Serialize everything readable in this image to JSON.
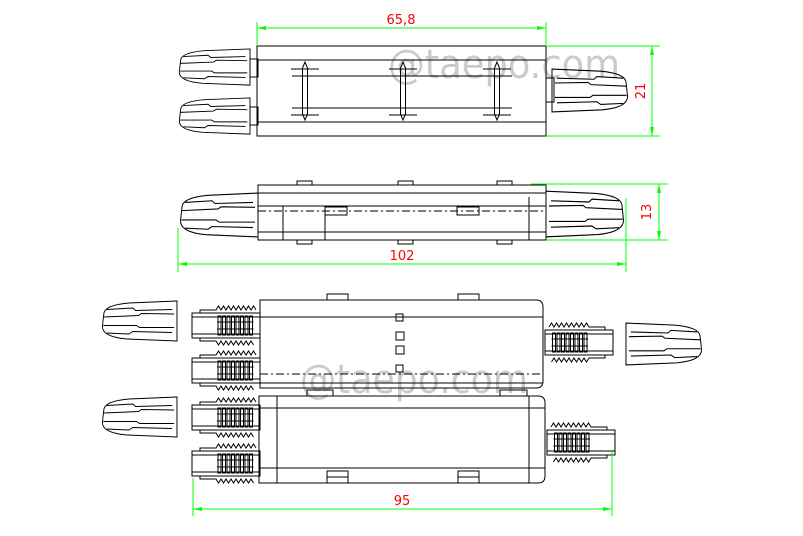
{
  "watermark": {
    "text": "@taepo.com"
  },
  "dimensions": {
    "top_view_width": "65,8",
    "top_view_height": "21",
    "side_view_height": "13",
    "side_view_length": "102",
    "exploded_view_length": "95"
  },
  "colors": {
    "outline": "#000000",
    "dimension_lines": "#00ff00",
    "dimension_text": "#ff0000",
    "watermark": "#cbcbcb",
    "background": "#ffffff"
  }
}
